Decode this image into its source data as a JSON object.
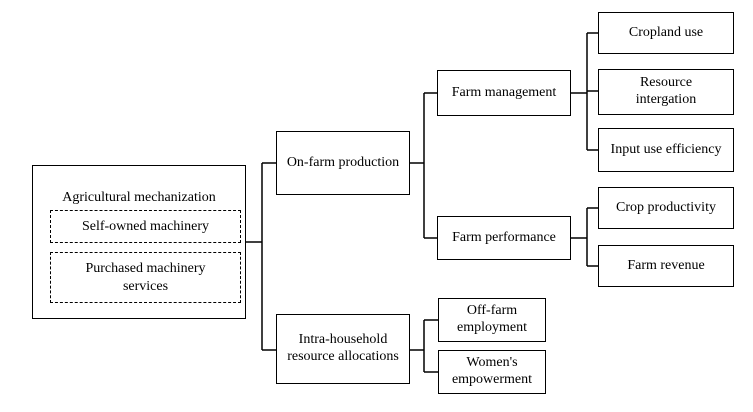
{
  "root": {
    "title": "Agricultural mechanization",
    "sub1": "Self-owned machinery",
    "sub2": "Purchased machinery services"
  },
  "on_farm": "On-farm production",
  "intra": "Intra-household resource allocations",
  "farm_mgmt": "Farm management",
  "farm_perf": "Farm performance",
  "cropland": "Cropland use",
  "resource": "Resource intergation",
  "input": "Input use efficiency",
  "crop_prod": "Crop productivity",
  "farm_rev": "Farm revenue",
  "off_farm": "Off-farm employment",
  "women": "Women's empowerment"
}
